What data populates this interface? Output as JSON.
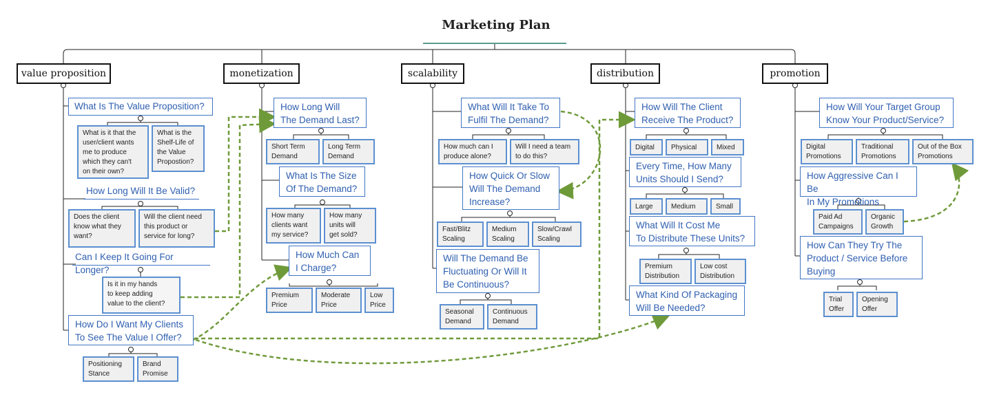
{
  "title": "Marketing Plan",
  "categories": [
    "value proposition",
    "monetization",
    "scalability",
    "distribution",
    "promotion"
  ],
  "value_proposition": {
    "q1": "What Is The Value Proposition?",
    "q1_answers": [
      "What is it that the\nuser/client wants\nme to produce\nwhich they can't\non their own?",
      "What is the\nShelf-Life of\nthe Value\nPropostion?"
    ],
    "q2": "How Long Will It Be Valid?",
    "q2_answers": [
      "Does the client\nknow what they\nwant?",
      "Will the client need\nthis product or\nservice for long?"
    ],
    "q3": "Can I Keep It Going For Longer?",
    "q3_answers": [
      "Is it in my hands\nto keep adding\nvalue to the client?"
    ],
    "q4": "How Do I Want My Clients\nTo See The Value I Offer?",
    "q4_answers": [
      "Positioning\nStance",
      "Brand\nPromise"
    ]
  },
  "monetization": {
    "q1": "How Long Will\nThe Demand Last?",
    "q1_answers": [
      "Short Term\nDemand",
      "Long Term\nDemand"
    ],
    "q2": "What Is The Size\nOf The Demand?",
    "q2_answers": [
      "How many\nclients want\nmy service?",
      "How many\nunits will\nget sold?"
    ],
    "q3": "How Much Can\nI Charge?",
    "q3_answers": [
      "Premium\nPrice",
      "Moderate\nPrice",
      "Low\nPrice"
    ]
  },
  "scalability": {
    "q1": "What Will It Take To\nFulfil The Demand?",
    "q1_answers": [
      "How much can I\nproduce alone?",
      "Will I need a team\nto do this?"
    ],
    "q2": "How Quick Or Slow\nWill The Demand\nIncrease?",
    "q2_answers": [
      "Fast/Blitz\nScaling",
      "Medium\nScaling",
      "Slow/Crawl\nScaling"
    ],
    "q3": "Will The Demand Be\nFluctuating Or Will It\nBe Continuous?",
    "q3_answers": [
      "Seasonal\nDemand",
      "Continuous\nDemand"
    ]
  },
  "distribution": {
    "q1": "How Will The Client\nReceive The Product?",
    "q1_answers": [
      "Digital",
      "Physical",
      "Mixed"
    ],
    "q2": "Every Time, How Many\nUnits Should I Send?",
    "q2_answers": [
      "Large",
      "Medium",
      "Small"
    ],
    "q3": "What Will It Cost Me\nTo Distribute These Units?",
    "q3_answers": [
      "Premium\nDistribution",
      "Low cost\nDistribution"
    ],
    "q4": "What Kind Of Packaging\nWill Be Needed?"
  },
  "promotion": {
    "q1": "How Will Your Target Group\nKnow Your Product/Service?",
    "q1_answers": [
      "Digital\nPromotions",
      "Traditional\nPromotions",
      "Out of the Box\nPromotions"
    ],
    "q2": "How Aggressive Can I Be\nIn My Promotions",
    "q2_answers": [
      "Paid Ad\nCampaigns",
      "Organic\nGrowth"
    ],
    "q3": "How Can They Try The\nProduct /  Service Before\nBuying",
    "q3_answers": [
      "Trial\nOffer",
      "Opening\nOffer"
    ]
  },
  "colors": {
    "question_border": "#3f74c4",
    "question_text": "#2f5fb0",
    "answer_border": "#5b8fd0",
    "answer_fill": "#f0f0f0",
    "link_arrow": "#6f9a3a",
    "tree_line": "#222222",
    "title_underline": "#5a9a8c"
  }
}
